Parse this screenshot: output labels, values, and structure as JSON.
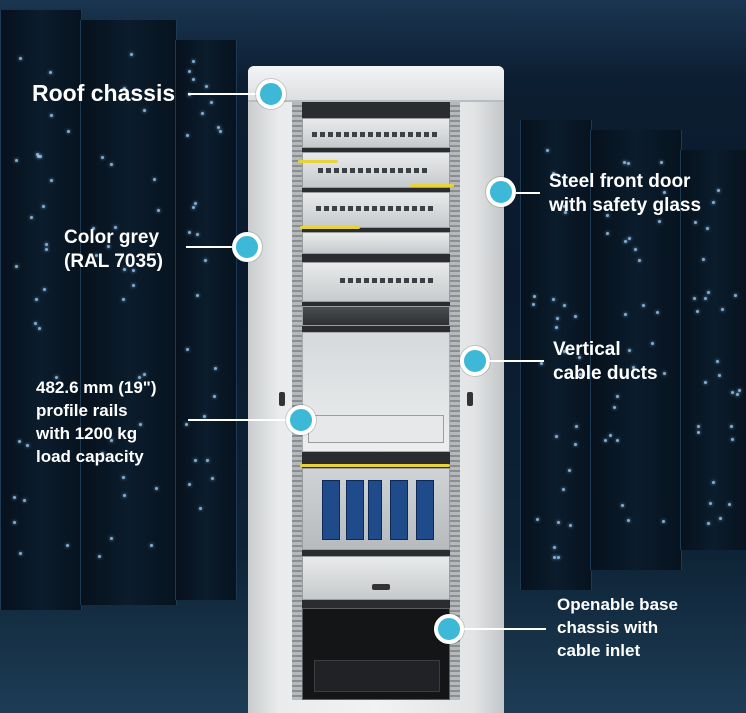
{
  "labels": {
    "roof": "Roof chassis",
    "door_line1": "Steel front door",
    "door_line2": "with safety glass",
    "color_line1": "Color grey",
    "color_line2": "(RAL 7035)",
    "ducts_line1": "Vertical",
    "ducts_line2": "cable ducts",
    "rails_line1": "482.6 mm (19\")",
    "rails_line2": "profile rails",
    "rails_line3": "with 1200 kg",
    "rails_line4": "load capacity",
    "base_line1": "Openable base",
    "base_line2": "chassis with",
    "base_line3": "cable inlet"
  },
  "colors": {
    "marker_fill": "#3db8d6",
    "marker_ring": "#ffffff",
    "text": "#ffffff",
    "background": "#0d1f33"
  }
}
